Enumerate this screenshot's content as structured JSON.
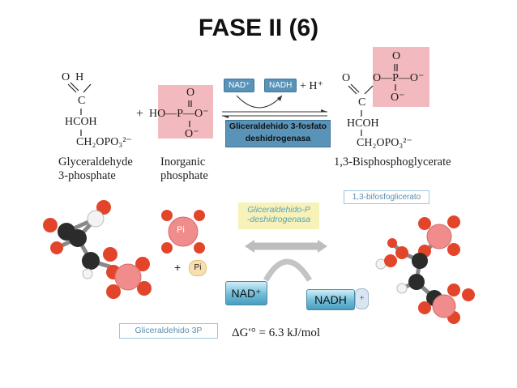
{
  "title": "FASE II (6)",
  "reaction": {
    "substrate": {
      "line1": "O  H",
      "line2": "C",
      "line3": "HCOH",
      "line4": "CH₂OPO₃²⁻",
      "label_line1": "Glyceraldehyde",
      "label_line2": "3-phosphate"
    },
    "plus": "+",
    "phosphate": {
      "top": "O",
      "mid": "HO—P—O⁻",
      "bottom": "O⁻",
      "label_line1": "Inorganic",
      "label_line2": "phosphate"
    },
    "nad": "NAD⁺",
    "nadh": "NADH",
    "h_plus": "+ H⁺",
    "enzyme_line1": "Gliceraldehido 3-fosfato",
    "enzyme_line2": "deshidrogenasa",
    "product": {
      "phosphoryl_top": "O",
      "phosphoryl_mid": "O—P—O⁻",
      "phosphoryl_bottom": "O⁻",
      "line1": "O",
      "line2": "C",
      "line3": "HCOH",
      "line4": "CH₂OPO₃²⁻",
      "label": "1,3-Bisphosphoglycerate"
    }
  },
  "lower": {
    "enzyme_line1": "Gliceraldehido-P",
    "enzyme_line2": "-deshidrogenasa",
    "product_tag": "1,3-bifosfoglicerato",
    "pi": "Pi",
    "plus": "+",
    "pi_small": "Pi",
    "nad": "NAD⁺",
    "nadh": "NADH",
    "h_plus": "+",
    "substrate_tag": "Gliceraldehido 3P",
    "delta_g": "ΔG′° = 6.3 kJ/mol"
  },
  "colors": {
    "pink_highlight": "#f2b9bf",
    "enzyme_blue": "#5a93b8",
    "oxygen_red": "#e2452a",
    "phosphorus_pink": "#f08c8c",
    "carbon_black": "#2b2b2b",
    "hydrogen_white": "#f3f3f3"
  }
}
